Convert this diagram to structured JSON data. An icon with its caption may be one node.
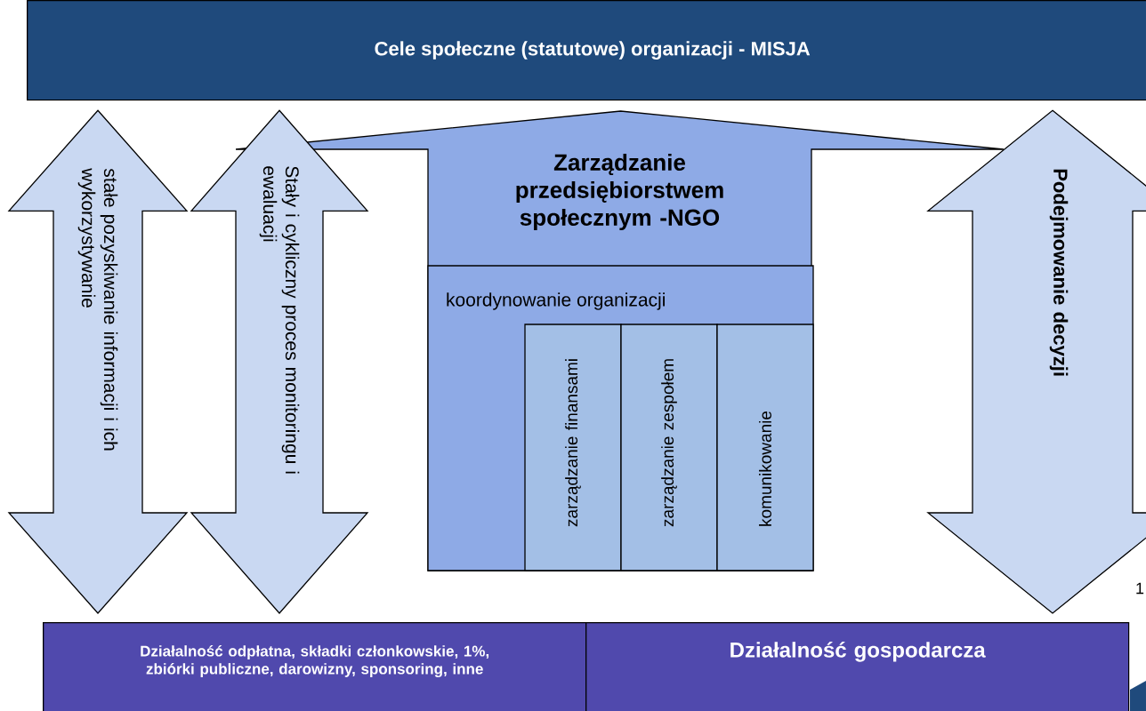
{
  "diagram": {
    "nodes": [
      {
        "text": [
          "Cele społeczne (statutowe) organizacji - MISJA"
        ]
      },
      {
        "text": [
          "Zarządzanie przedsiębiorstwem społecznym -NGO"
        ]
      },
      {
        "text": [
          "koordynowanie organizacji"
        ],
        "in": 1
      },
      {
        "text": [
          "zarządzanie finansami"
        ],
        "in": 2
      },
      {
        "text": [
          "zarządzanie zespołem"
        ],
        "in": 2
      },
      {
        "text": [
          "komunikowanie"
        ],
        "in": 2
      },
      {
        "text": [
          "Działalność odpłatna, składki członkowskie, 1%, zbiórki publiczne, darowizny, sponsoring, inne"
        ]
      },
      {
        "text": [
          "Działalność gospodarcza"
        ]
      }
    ],
    "edges": [
      {
        "from": 0,
        "to": 6,
        "arrow": "both",
        "label": "stałe pozyskiwanie informacji i ich wykorzystywanie"
      },
      {
        "from": 0,
        "to": 6,
        "arrow": "both",
        "label": "Stały i cykliczny proces monitoringu i ewaluacji"
      },
      {
        "from": 0,
        "to": 7,
        "arrow": "both",
        "label": "Podejmowanie decyzji"
      }
    ],
    "labels": [
      "1"
    ]
  }
}
